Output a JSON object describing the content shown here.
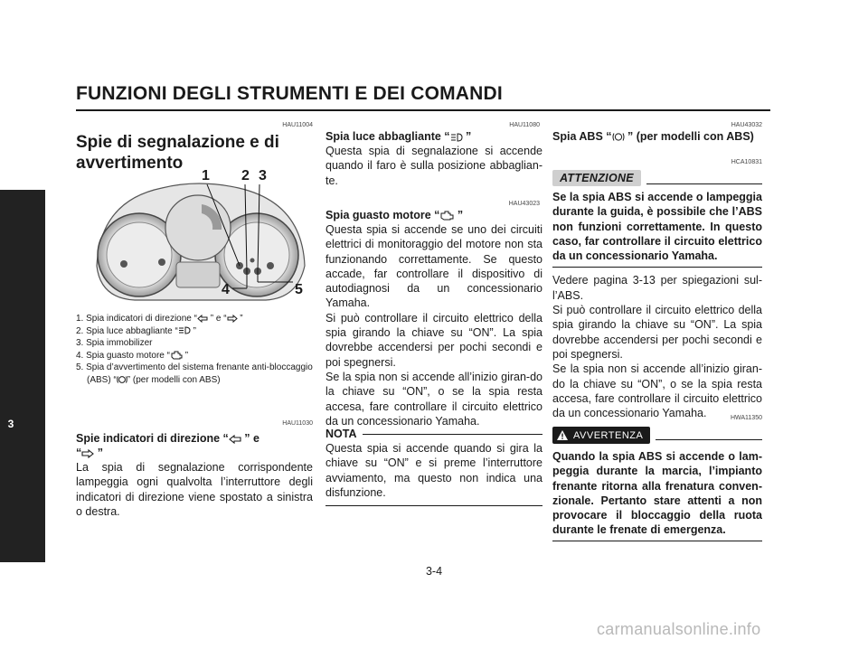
{
  "header": {
    "title": "FUNZIONI DEGLI STRUMENTI E DEI COMANDI"
  },
  "side_tab": {
    "number": "3"
  },
  "col1": {
    "code1": "HAU11004",
    "section_title": "Spie di segnalazione e di avvertimento",
    "figure_callouts": [
      "1",
      "2",
      "3",
      "4",
      "5"
    ],
    "list": {
      "i1a": "1. Spia indicatori di direzione “",
      "i1b": " ” e “",
      "i1c": " ”",
      "i2a": "2. Spia luce abbagliante “",
      "i2b": " ”",
      "i3": "3. Spia immobilizer",
      "i4a": "4. Spia guasto motore “",
      "i4b": " ”",
      "i5a": "5. Spia d’avvertimento del sistema frenante anti-bloccaggio (ABS) “",
      "i5b": "” (per modelli con ABS)"
    },
    "code2": "HAU11030",
    "heading_a": "Spie indicatori di direzione “",
    "heading_b": " ” e",
    "heading_c": "“",
    "heading_d": " ”",
    "body": "La spia di segnalazione corrispondente lampeggia ogni qualvolta l’interruttore degli indicatori di direzione viene spostato a sinistra o destra."
  },
  "col2": {
    "code1": "HAU11080",
    "heading1_a": "Spia luce abbagliante “",
    "heading1_b": " ”",
    "body1": "Questa spia di segnalazione si accende quando il faro è sulla posizione abbaglian-te.",
    "code2": "HAU43023",
    "heading2_a": "Spia guasto motore “",
    "heading2_b": " ”",
    "body2": "Questa spia si accende se uno dei circuiti elettrici di monitoraggio del motore non sta funzionando correttamente. Se questo accade, far controllare il dispositivo di autodiagnosi da un concessionario Yamaha.",
    "body3": "Si può controllare il circuito elettrico della spia girando la chiave su “ON”. La spia dovrebbe accendersi per pochi secondi e poi spegnersi.",
    "body4": "Se la spia non si accende all’inizio giran-do la chiave su “ON”, o se la spia resta accesa, fare controllare il circuito elettrico da un concessionario Yamaha.",
    "note_label": "NOTA",
    "note_body": "Questa spia si accende quando si gira la chiave su “ON” e si preme l’interruttore avviamento, ma questo non indica una disfunzione."
  },
  "col3": {
    "code1": "HAU43032",
    "heading_a": "Spia ABS “",
    "heading_b": " ” (per modelli con ABS)",
    "code2": "HCA10831",
    "attention_label": "ATTENZIONE",
    "attention_body": "Se la spia ABS si accende o lampeggia durante la guida, è possibile che l’ABS non funzioni correttamente. In questo caso, far controllare il circuito elettrico da un concessionario Yamaha.",
    "body1": "Vedere pagina 3-13 per spiegazioni sul-l’ABS.",
    "body2": "Si può controllare il circuito elettrico della spia girando la chiave su “ON”. La spia dovrebbe accendersi per pochi secondi e poi spegnersi.",
    "body3": "Se la spia non si accende all’inizio giran-do la chiave su “ON”, o se la spia resta accesa, fare controllare il circuito elettrico da un concessionario Yamaha.",
    "code3": "HWA11350",
    "warning_label": "AVVERTENZA",
    "warning_body": "Quando la spia ABS si accende o lam-peggia durante la marcia, l’impianto frenante ritorna alla frenatura conven-zionale. Pertanto stare attenti a non provocare il bloccaggio della ruota durante le frenate di emergenza."
  },
  "footer": {
    "page_number": "3-4",
    "watermark": "carmanualsonline.info"
  },
  "icons": [
    "turn-left-icon",
    "turn-right-icon",
    "high-beam-icon",
    "engine-icon",
    "abs-icon",
    "warning-triangle-icon"
  ]
}
